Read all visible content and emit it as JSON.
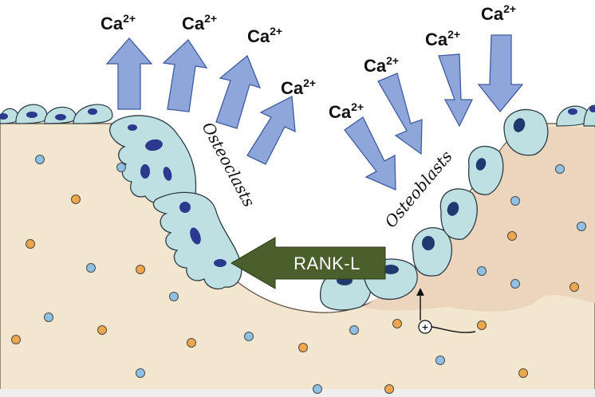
{
  "colors": {
    "bone": "#f3e6cf",
    "new_bone": "#ecd5bd",
    "cell_fill": "#bfe0e3",
    "cell_stroke": "#2a3b44",
    "nucleus": "#2b3a8f",
    "arrow_fill": "#8ea6da",
    "arrow_stroke": "#3f5c9e",
    "rankl_fill": "#4a5f2c",
    "dot_blue": "#8fc0e6",
    "dot_orange": "#f0a64a",
    "bottom_bar": "#eeeeee"
  },
  "ion_label": {
    "base": "Ca",
    "charge": "2+"
  },
  "osteoclast_label": "Osteoclasts",
  "osteoblast_label": "Osteoblasts",
  "rankl_label": "RANK-L",
  "stimulation_symbol": "+"
}
